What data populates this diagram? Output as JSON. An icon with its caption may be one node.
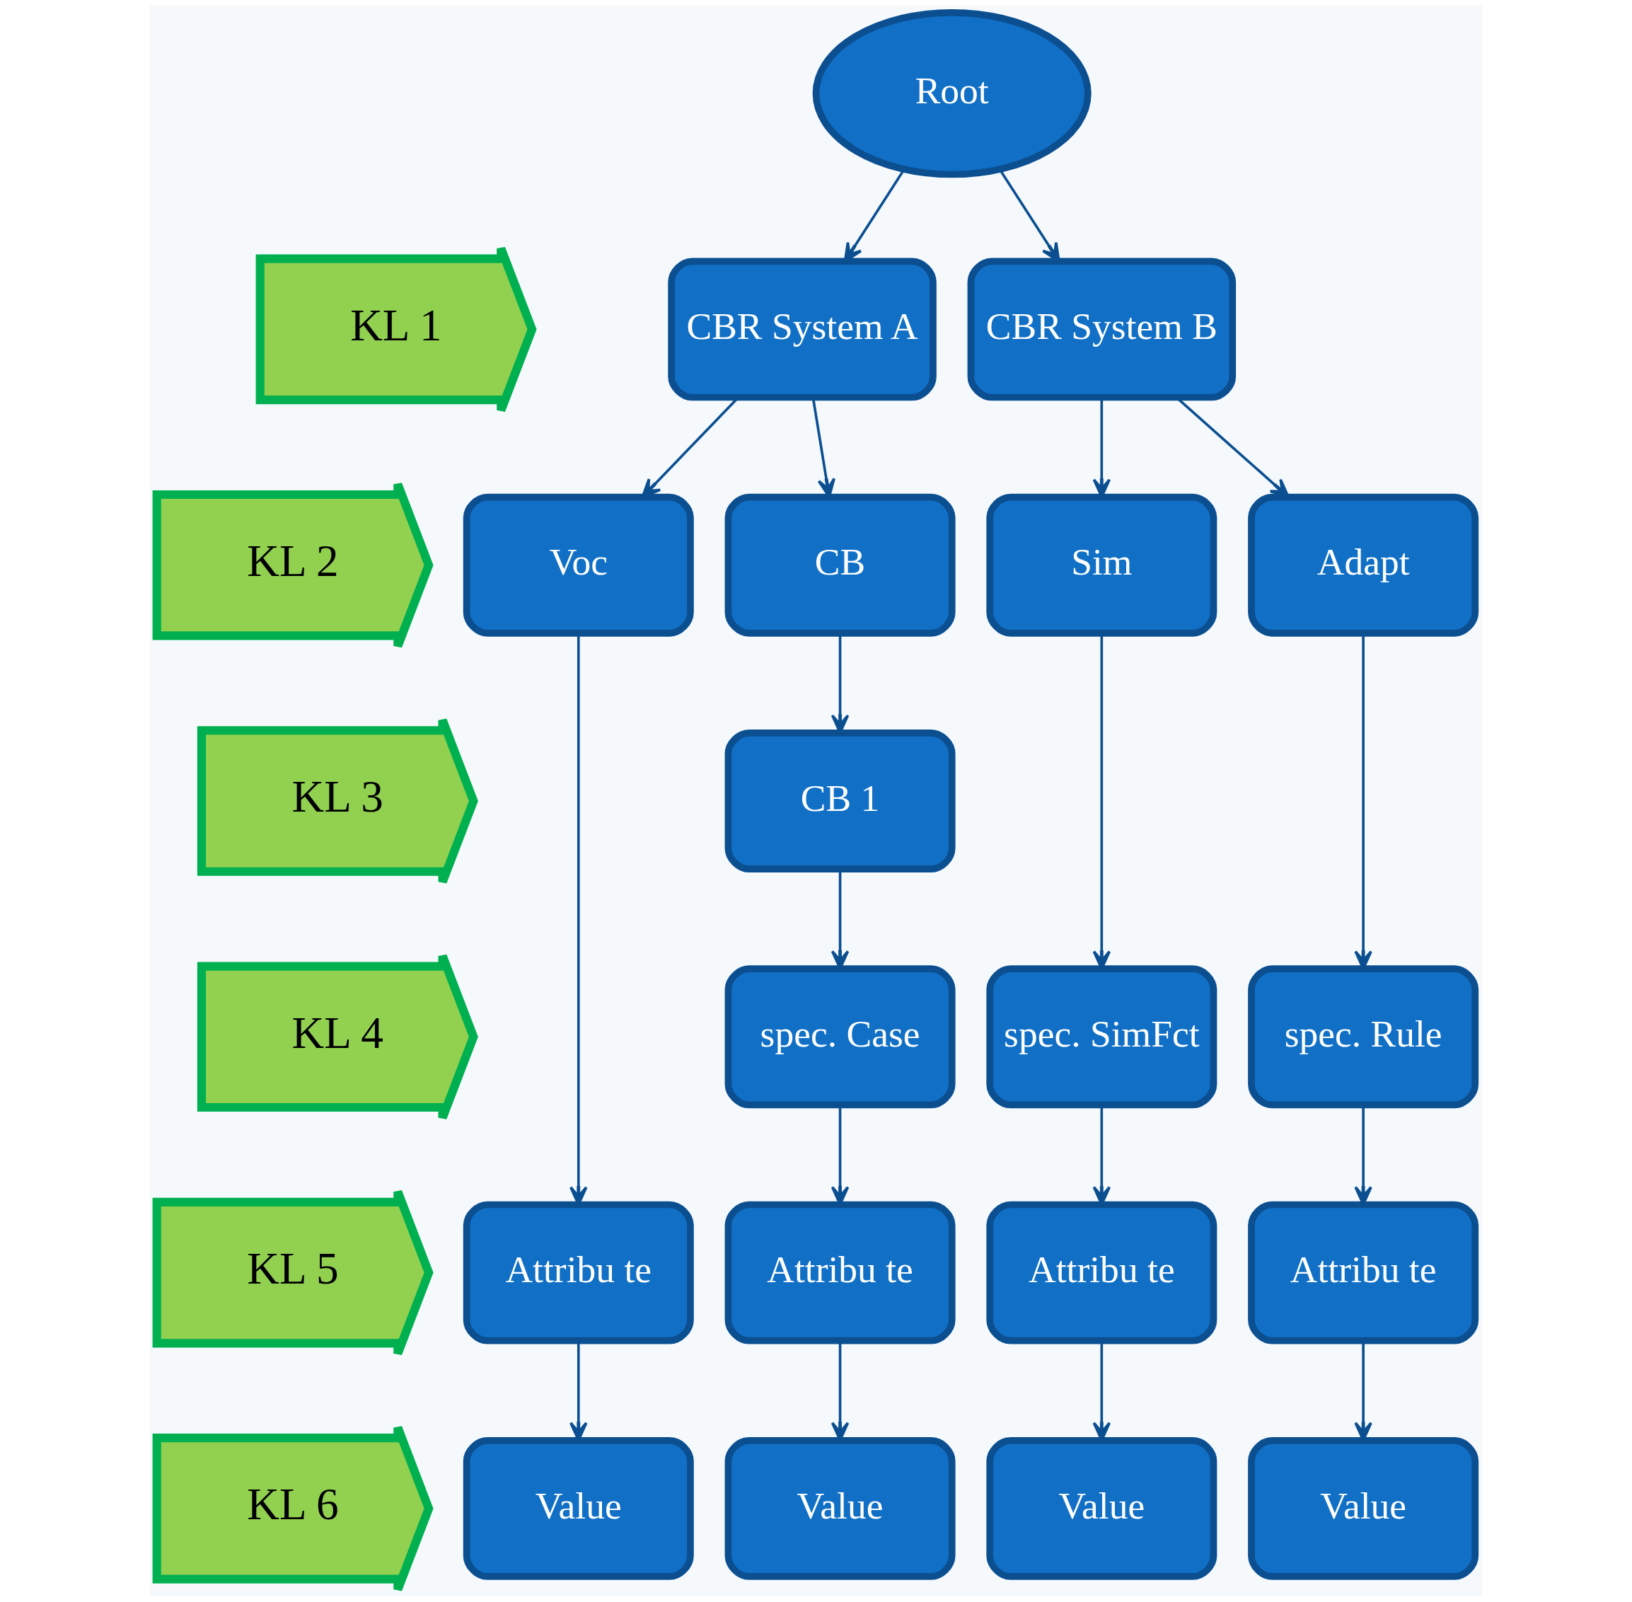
{
  "diagram": {
    "nodes": [
      {
        "text": [
          "Root"
        ]
      },
      {
        "text": [
          "KL 1"
        ]
      },
      {
        "text": [
          "CBR System A"
        ]
      },
      {
        "text": [
          "CBR System B"
        ]
      },
      {
        "text": [
          "KL 2"
        ]
      },
      {
        "text": [
          "Voc"
        ]
      },
      {
        "text": [
          "CB"
        ]
      },
      {
        "text": [
          "Sim"
        ]
      },
      {
        "text": [
          "Adapt"
        ]
      },
      {
        "text": [
          "KL 3"
        ]
      },
      {
        "text": [
          "CB 1"
        ]
      },
      {
        "text": [
          "KL 4"
        ]
      },
      {
        "text": [
          "spec. Case"
        ]
      },
      {
        "text": [
          "spec. SimFct"
        ]
      },
      {
        "text": [
          "spec. Rule"
        ]
      },
      {
        "text": [
          "KL 5"
        ]
      },
      {
        "text": [
          "Attribu te"
        ]
      },
      {
        "text": [
          "Attribu te"
        ]
      },
      {
        "text": [
          "Attribu te"
        ]
      },
      {
        "text": [
          "Attribu te"
        ]
      },
      {
        "text": [
          "KL 6"
        ]
      },
      {
        "text": [
          "Value"
        ]
      },
      {
        "text": [
          "Value"
        ]
      },
      {
        "text": [
          "Value"
        ]
      },
      {
        "text": [
          "Value"
        ]
      }
    ],
    "edges": [
      {
        "from": 0,
        "to": 2,
        "arrow": "to"
      },
      {
        "from": 0,
        "to": 3,
        "arrow": "to"
      },
      {
        "from": 2,
        "to": 5,
        "arrow": "to"
      },
      {
        "from": 2,
        "to": 6,
        "arrow": "to"
      },
      {
        "from": 3,
        "to": 7,
        "arrow": "to"
      },
      {
        "from": 3,
        "to": 8,
        "arrow": "to"
      },
      {
        "from": 6,
        "to": 10,
        "arrow": "to"
      },
      {
        "from": 10,
        "to": 12,
        "arrow": "to"
      },
      {
        "from": 7,
        "to": 13,
        "arrow": "to"
      },
      {
        "from": 8,
        "to": 14,
        "arrow": "to"
      },
      {
        "from": 5,
        "to": 16,
        "arrow": "to"
      },
      {
        "from": 12,
        "to": 17,
        "arrow": "to"
      },
      {
        "from": 13,
        "to": 18,
        "arrow": "to"
      },
      {
        "from": 14,
        "to": 19,
        "arrow": "to"
      },
      {
        "from": 16,
        "to": 21,
        "arrow": "to"
      },
      {
        "from": 17,
        "to": 22,
        "arrow": "to"
      },
      {
        "from": 18,
        "to": 23,
        "arrow": "to"
      },
      {
        "from": 19,
        "to": 24,
        "arrow": "to"
      }
    ]
  }
}
